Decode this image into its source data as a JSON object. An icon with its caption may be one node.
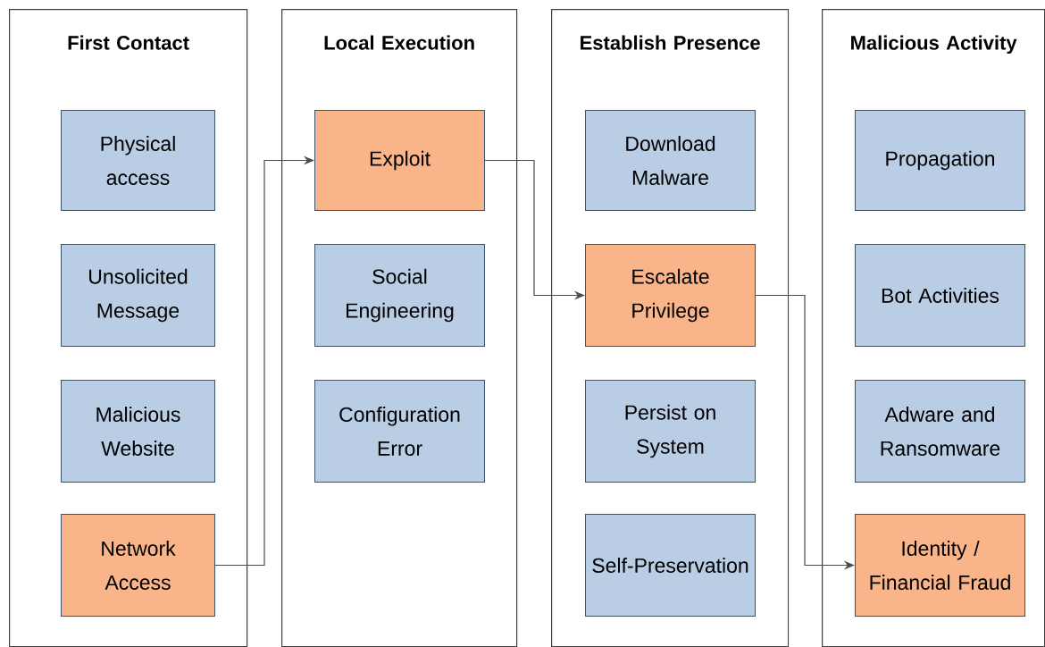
{
  "diagram": {
    "nodes": [
      {
        "text": [
          "First Contact"
        ]
      },
      {
        "text": [
          "Physical access"
        ],
        "in": 0
      },
      {
        "text": [
          "Unsolicited Message"
        ],
        "in": 0
      },
      {
        "text": [
          "Malicious Website"
        ],
        "in": 0
      },
      {
        "text": [
          "Network Access"
        ],
        "in": 0
      },
      {
        "text": [
          "Local Execution"
        ]
      },
      {
        "text": [
          "Exploit"
        ],
        "in": 5
      },
      {
        "text": [
          "Social Engineering"
        ],
        "in": 5
      },
      {
        "text": [
          "Configuration Error"
        ],
        "in": 5
      },
      {
        "text": [
          "Establish Presence"
        ]
      },
      {
        "text": [
          "Download Malware"
        ],
        "in": 9
      },
      {
        "text": [
          "Escalate Privilege"
        ],
        "in": 9
      },
      {
        "text": [
          "Persist on System"
        ],
        "in": 9
      },
      {
        "text": [
          "Self-Preservation"
        ],
        "in": 9
      },
      {
        "text": [
          "Malicious Activity"
        ]
      },
      {
        "text": [
          "Propagation"
        ],
        "in": 14
      },
      {
        "text": [
          "Bot Activities"
        ],
        "in": 14
      },
      {
        "text": [
          "Adware and Ransomware"
        ],
        "in": 14
      },
      {
        "text": [
          "Identity / Financial Fraud"
        ],
        "in": 14
      }
    ],
    "edges": [
      {
        "from": 4,
        "to": 6,
        "arrow": "to"
      },
      {
        "from": 6,
        "to": 11,
        "arrow": "to"
      },
      {
        "from": 11,
        "to": 18,
        "arrow": "to"
      }
    ]
  }
}
